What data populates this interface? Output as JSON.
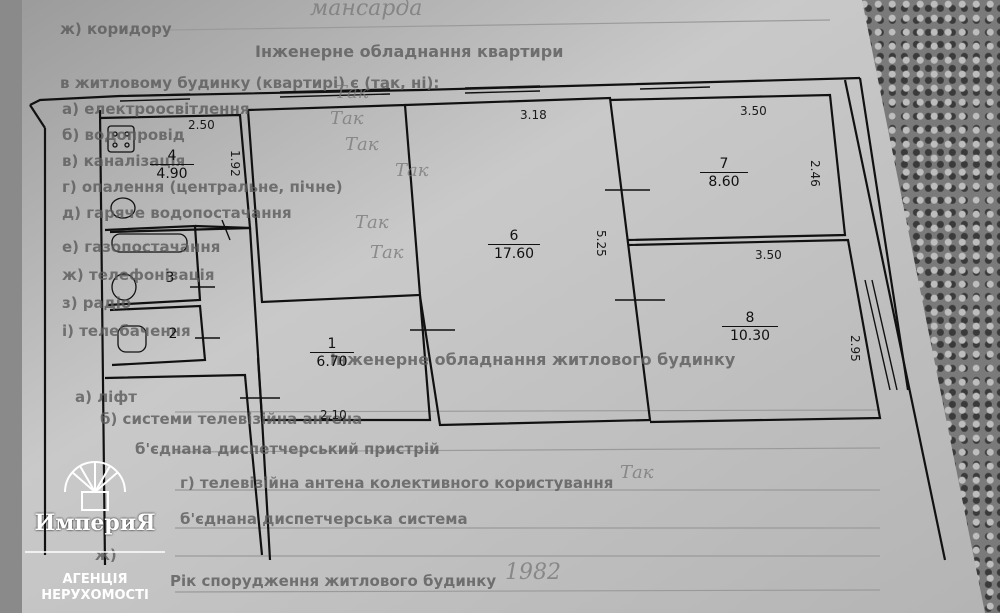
{
  "printed_form": {
    "line_corridor": "ж) коридору",
    "heading_equipment": "Інженерне обладнання квартири",
    "line_living": "в житловому будинку (квартирі) є (так, ні):",
    "line_a": "а) електроосвітлення",
    "line_b": "б) водопровід",
    "line_c": "в) каналізація",
    "line_d": "г) опалення (центральне, пічне)",
    "line_e": "д) гаряче водопостачання",
    "line_f": "е) газопостачання",
    "line_g": "ж) телефонізація",
    "line_h": "з) радіо",
    "line_i": "і) телебачення",
    "heading_building": "Інженерне обладнання житлового будинку",
    "line_lift": "а) ліфт",
    "line_tv": "б) системи телевізійна антена",
    "line_joined": "б'єднана диспетчерський пристрій",
    "line_collective": "г) телевізійна антена колективного користування",
    "line_dispatch": "б'єднана диспетчерська система",
    "line_zh": "ж)",
    "line_year": "Рік спорудження житлового будинку"
  },
  "handwritten": {
    "entry_top": "мансарда",
    "yes1": "Так",
    "yes2": "Так",
    "yes3": "Так",
    "yes4": "Так",
    "yes5": "Так",
    "yes6": "Так",
    "yes_bottom": "Так",
    "year": "1982"
  },
  "rooms": [
    {
      "num": "4",
      "area": "4.90"
    },
    {
      "num": "3",
      "area": ""
    },
    {
      "num": "2",
      "area": ""
    },
    {
      "num": "1",
      "area": "6.70"
    },
    {
      "num": "6",
      "area": "17.60"
    },
    {
      "num": "7",
      "area": "8.60"
    },
    {
      "num": "8",
      "area": "10.30"
    }
  ],
  "dimensions": {
    "d_250": "2.50",
    "d_192": "1.92",
    "d_318": "3.18",
    "d_350a": "3.50",
    "d_350b": "3.50",
    "d_525": "5.25",
    "d_246": "2.46",
    "d_295": "2.95",
    "d_210": "2.10"
  },
  "logo": {
    "brand": "ИмпериЯ",
    "sub1": "АГЕНЦІЯ",
    "sub2": "НЕРУХОМОСТІ"
  }
}
